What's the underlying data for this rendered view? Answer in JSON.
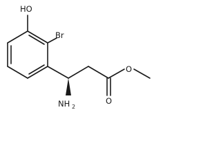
{
  "structure": {
    "atoms": [
      {
        "symbol": "HO"
      },
      {
        "symbol": "Br"
      },
      {
        "symbol": "NH",
        "subscript": "2"
      },
      {
        "symbol": "O"
      },
      {
        "symbol": "O"
      }
    ]
  }
}
